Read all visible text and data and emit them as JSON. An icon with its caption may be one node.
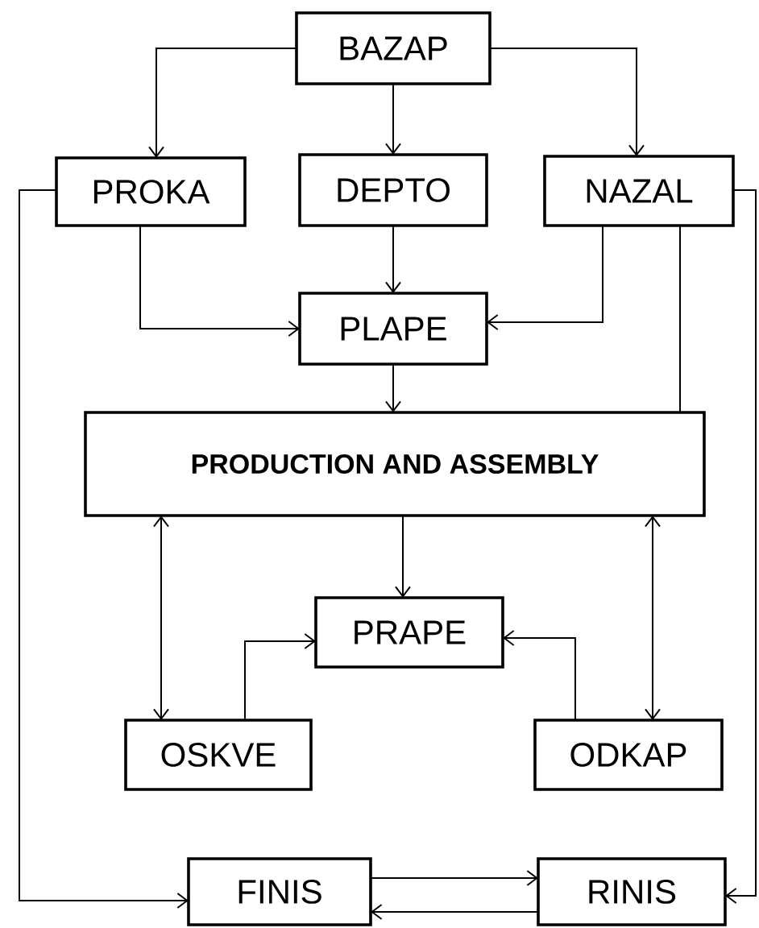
{
  "diagram": {
    "nodes": [
      {
        "text": [
          "BAZAP"
        ]
      },
      {
        "text": [
          "PROKA"
        ]
      },
      {
        "text": [
          "DEPTO"
        ]
      },
      {
        "text": [
          "NAZAL"
        ]
      },
      {
        "text": [
          "PLAPE"
        ]
      },
      {
        "text": [
          "PRODUCTION AND ASSEMBLY"
        ]
      },
      {
        "text": [
          "PRAPE"
        ]
      },
      {
        "text": [
          "OSKVE"
        ]
      },
      {
        "text": [
          "ODKAP"
        ]
      },
      {
        "text": [
          "FINIS"
        ]
      },
      {
        "text": [
          "RINIS"
        ]
      }
    ],
    "edges": [
      {
        "from": 0,
        "to": 1,
        "arrow": "to"
      },
      {
        "from": 0,
        "to": 2,
        "arrow": "to"
      },
      {
        "from": 0,
        "to": 3,
        "arrow": "to"
      },
      {
        "from": 2,
        "to": 4,
        "arrow": "to"
      },
      {
        "from": 1,
        "to": 4,
        "arrow": "to"
      },
      {
        "from": 3,
        "to": 4,
        "arrow": "to"
      },
      {
        "from": 3,
        "to": 5,
        "arrow": "none"
      },
      {
        "from": 4,
        "to": 5,
        "arrow": "to"
      },
      {
        "from": 5,
        "to": 6,
        "arrow": "to"
      },
      {
        "from": 5,
        "to": 7,
        "arrow": "both"
      },
      {
        "from": 5,
        "to": 8,
        "arrow": "both"
      },
      {
        "from": 7,
        "to": 6,
        "arrow": "to"
      },
      {
        "from": 8,
        "to": 6,
        "arrow": "to"
      },
      {
        "from": 1,
        "to": 9,
        "arrow": "to"
      },
      {
        "from": 9,
        "to": 10,
        "arrow": "to"
      },
      {
        "from": 10,
        "to": 9,
        "arrow": "to"
      },
      {
        "from": 3,
        "to": 10,
        "arrow": "to"
      }
    ]
  }
}
